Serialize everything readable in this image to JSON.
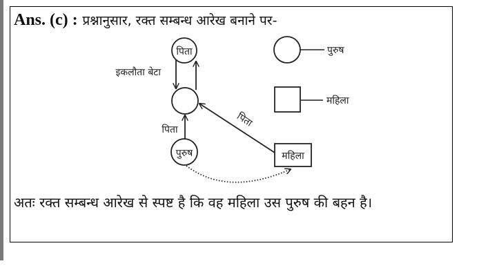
{
  "answer": {
    "label": "Ans. (c) :",
    "intro": "प्रश्नानुसार, रक्त सम्बन्ध आरेख बनाने पर-"
  },
  "diagram": {
    "nodes": {
      "top_circle": "पिता",
      "middle_circle": "",
      "bottom_circle": "पुरुष",
      "woman_box": "महिला"
    },
    "edge_labels": {
      "top_to_middle": "इकलौता बेटा",
      "bottom_to_middle": "पिता",
      "woman_to_middle": "पिता"
    },
    "legend": {
      "circle_label": "पुरुष",
      "square_label": "महिला"
    },
    "colors": {
      "stroke": "#222222",
      "border": "#000000",
      "side_bar": "#7a7a7a"
    }
  },
  "conclusion": {
    "text": "अतः रक्त सम्बन्ध आरेख से स्पष्ट है कि वह महिला उस पुरुष की बहन है।"
  }
}
